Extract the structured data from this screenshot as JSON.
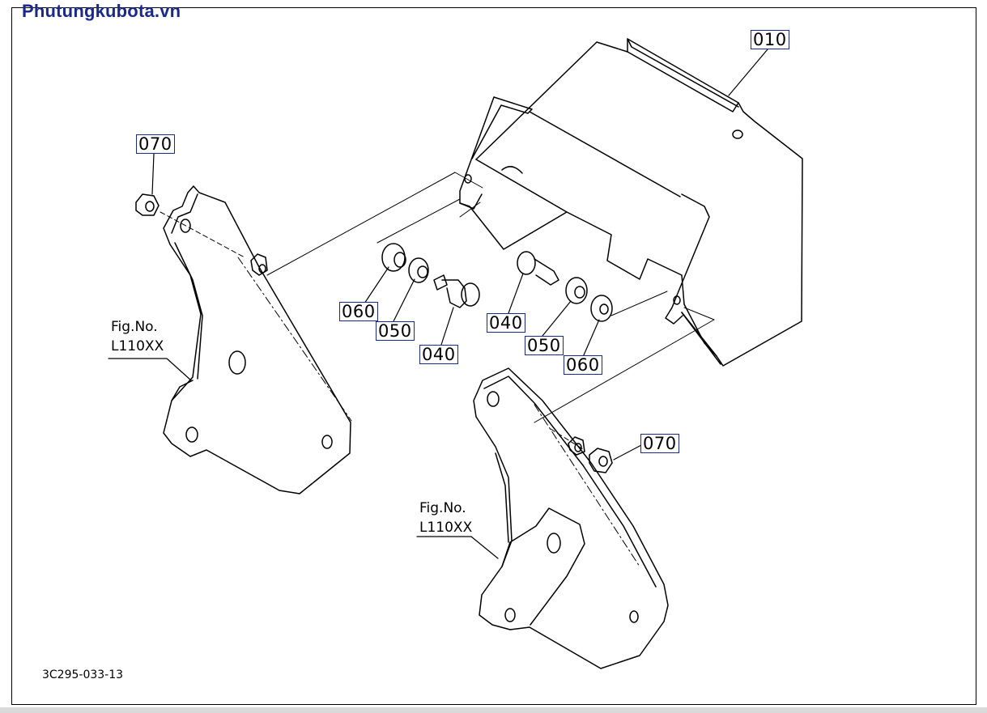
{
  "watermark": "Phutungkubota.vn",
  "callouts": {
    "c010": "010",
    "c070_left": "070",
    "c070_right": "070",
    "c060_left": "060",
    "c050_left": "050",
    "c040_left": "040",
    "c040_right": "040",
    "c050_right": "050",
    "c060_right": "060"
  },
  "fig_refs": {
    "left": {
      "line1": "Fig.No.",
      "line2": "L110XX"
    },
    "right": {
      "line1": "Fig.No.",
      "line2": "L110XX"
    }
  },
  "doc_number": "3C295-033-13"
}
